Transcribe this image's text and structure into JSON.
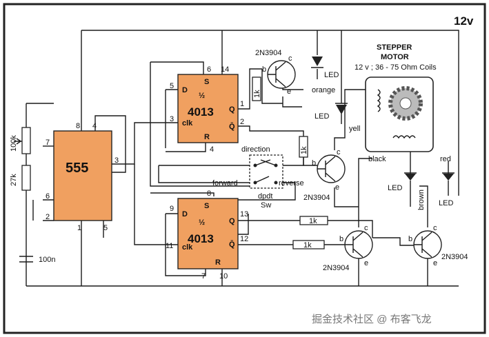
{
  "supply_label": "12v",
  "motor": {
    "title_line1": "STEPPER",
    "title_line2": "MOTOR",
    "spec": "12 v ; 36 - 75 Ohm Coils"
  },
  "chips": {
    "timer": {
      "name": "555",
      "pins": [
        "8",
        "4",
        "7",
        "6",
        "2",
        "3",
        "1",
        "5"
      ]
    },
    "ff_top": {
      "name": "4013",
      "half": "½",
      "pins": [
        "5",
        "3",
        "6",
        "14",
        "1",
        "2",
        "4"
      ],
      "labels": [
        "D",
        "clk",
        "S",
        "Q",
        "Q̄",
        "R"
      ]
    },
    "ff_bottom": {
      "name": "4013",
      "half": "½",
      "pins": [
        "9",
        "11",
        "8",
        "13",
        "12",
        "7",
        "10"
      ],
      "labels": [
        "D",
        "clk",
        "S",
        "Q",
        "Q̄",
        "R"
      ]
    }
  },
  "components": {
    "r_100k": "100k",
    "r_27k": "27k",
    "c_100n": "100n",
    "r_1k_a": "1k",
    "r_1k_b": "1k",
    "r_1k_c": "1k",
    "r_1k_d": "1k",
    "q1": "2N3904",
    "q2": "2N3904",
    "q3": "2N3904",
    "q4": "2N3904",
    "led": "LED",
    "pin_b": "b",
    "pin_c": "c",
    "pin_e": "e"
  },
  "wire_colors": {
    "orange": "orange",
    "yellow": "yell",
    "black": "black",
    "red": "red",
    "brown": "brown"
  },
  "switch": {
    "top": "direction",
    "left": "forward",
    "right": "reverse",
    "name_line1": "dpdt",
    "name_line2": "Sw"
  },
  "watermark": "掘金技术社区 @ 布客飞龙",
  "colors": {
    "chip_fill": "#f0a060",
    "wire": "#1a1a1a",
    "background": "#ffffff"
  }
}
